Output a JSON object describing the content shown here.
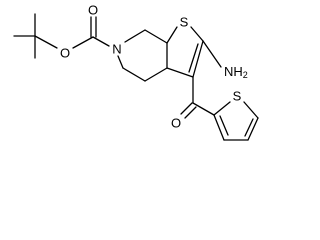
{
  "molecule": {
    "atoms": {
      "o_carbonyl_boc": "O",
      "o_ester": "O",
      "n_ring": "N",
      "s_thienopyridine": "S",
      "n_amino": "NH",
      "n_amino_sub": "2",
      "o_ketone": "O",
      "s_thiophene": "S"
    }
  }
}
